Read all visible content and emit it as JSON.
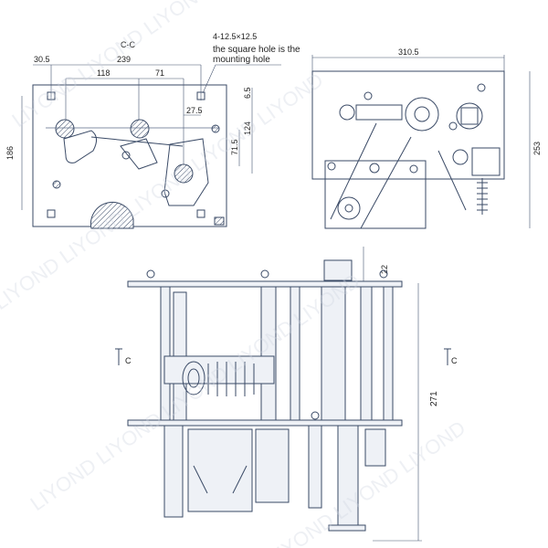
{
  "section_view": {
    "title": "C-C",
    "dims": {
      "d_30_5": "30.5",
      "d_239": "239",
      "d_118": "118",
      "d_71": "71",
      "d_27_5": "27.5",
      "d_6_5": "6.5",
      "d_124": "124",
      "d_71_5": "71.5",
      "d_186": "186"
    },
    "note_line1": "4-12.5×12.5",
    "note_line2": "the square hole is the",
    "note_line3": "mounting hole"
  },
  "side_view": {
    "dims": {
      "width": "310.5",
      "height": "253"
    }
  },
  "front_view": {
    "dims": {
      "top": "22",
      "height": "271"
    },
    "section_mark_left": "C",
    "section_mark_right": "C"
  },
  "watermark": "LIYOND"
}
